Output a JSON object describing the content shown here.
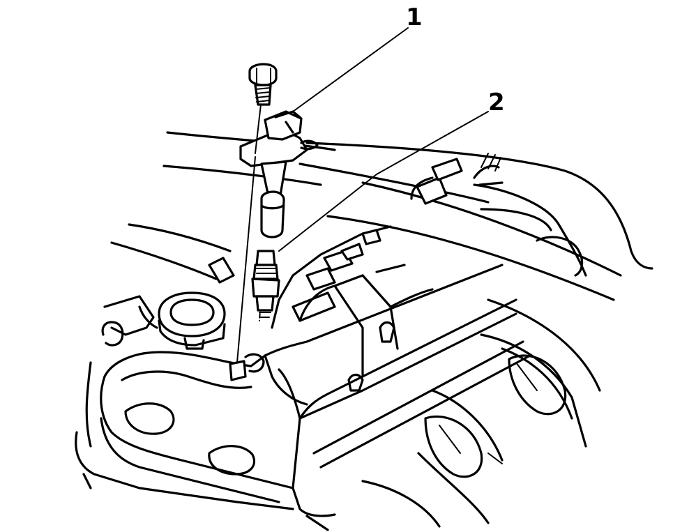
{
  "callouts": [
    {
      "id": 1,
      "label": "1"
    },
    {
      "id": 2,
      "label": "2"
    }
  ]
}
